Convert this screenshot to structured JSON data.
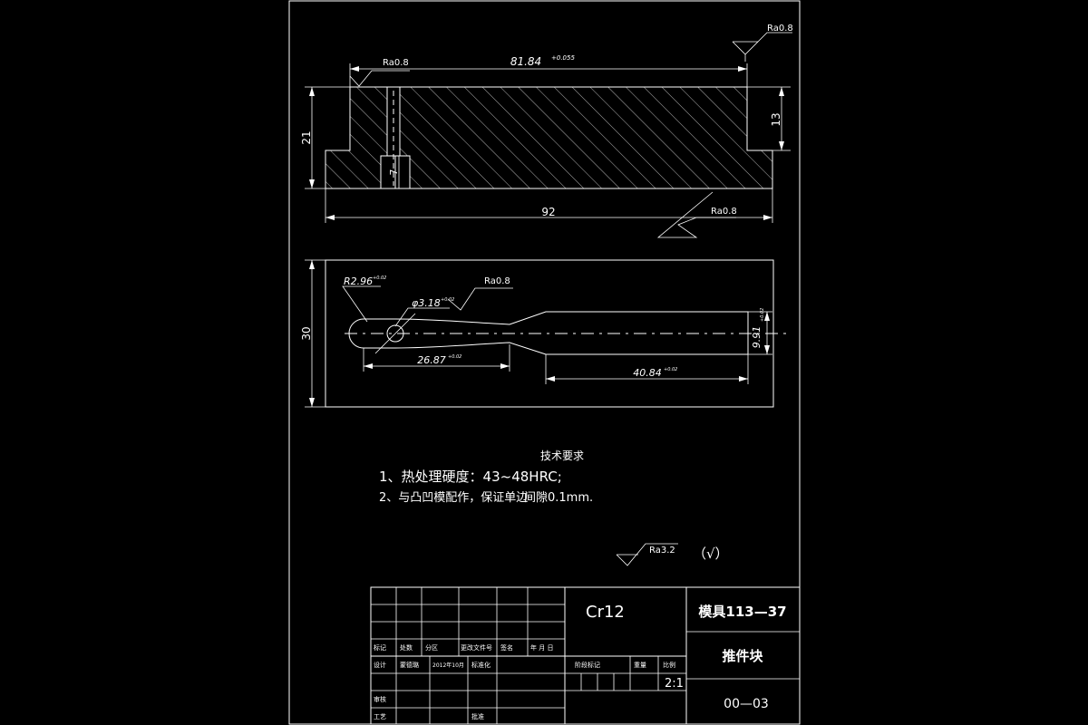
{
  "front_view": {
    "roughness_left": "Ra0.8",
    "roughness_top_right": "Ra0.8",
    "roughness_bottom": "Ra0.8",
    "dim_top_length": "81.84",
    "dim_top_tol": "+0.055",
    "dim_height_total": "21",
    "dim_height_right": "13",
    "dim_depth_hole": "7",
    "dim_bottom_length": "92"
  },
  "top_view": {
    "dim_width": "30",
    "dim_radius": "R2.96",
    "dim_radius_tol": "+0.02",
    "dim_hole": "φ3.18",
    "dim_hole_tol": "+0.02",
    "roughness_hole": "Ra0.8",
    "dim_len_a": "26.87",
    "dim_len_a_tol": "+0.02",
    "dim_len_b": "40.84",
    "dim_len_b_tol": "+0.02",
    "dim_slot": "9.91",
    "dim_slot_tol": "+0.02"
  },
  "tech_requirements": {
    "title": "技术要求",
    "item1": "1、热处理硬度：43~48HRC;",
    "item2_a": "2、与凸凹模配作，保证单边",
    "item2_b": "间隙0.1mm."
  },
  "general_roughness": {
    "value": "Ra3.2",
    "paren": "（√）"
  },
  "title_block": {
    "material": "Cr12",
    "drawing_title": "模具113—37",
    "part_name": "推件块",
    "drawing_no": "00—03",
    "scale": "2:1",
    "row_labels": {
      "mark": "标记",
      "count": "处数",
      "zone": "分区",
      "change_doc": "更改文件号",
      "sign": "签名",
      "date": "年 月 日",
      "design": "设计",
      "designer": "蒙德璐",
      "design_date": "2012年10月",
      "standard": "标准化",
      "stage_mark": "阶段标记",
      "weight": "重量",
      "ratio": "比例",
      "review": "审核",
      "process": "工艺",
      "approve": "批准"
    }
  }
}
